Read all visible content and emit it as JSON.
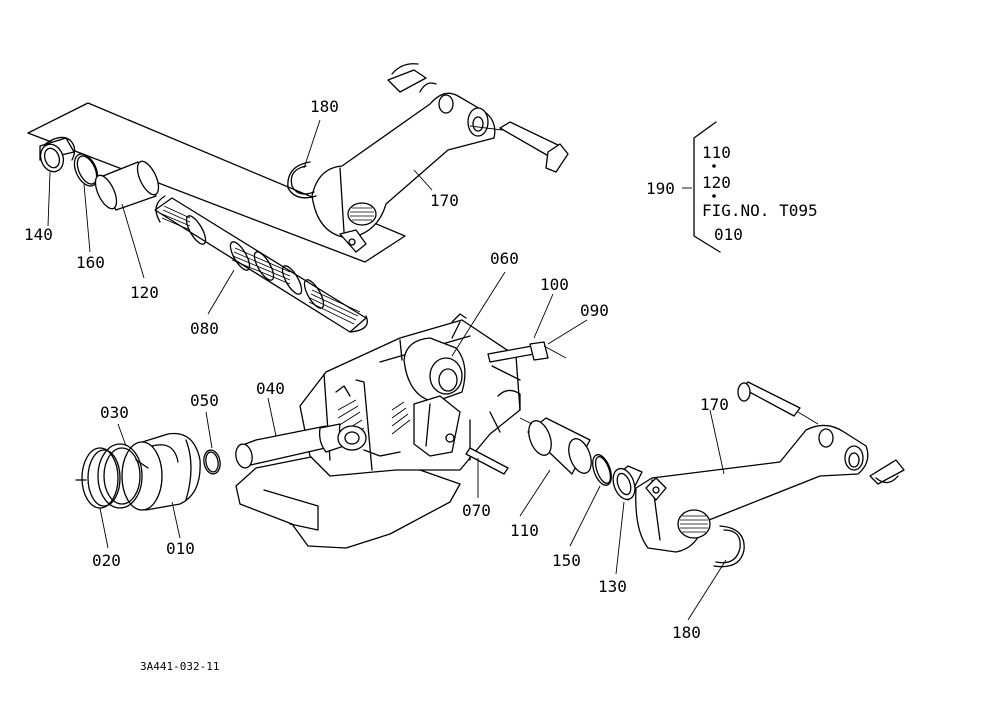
{
  "parts": {
    "p010": "010",
    "p020": "020",
    "p030": "030",
    "p040": "040",
    "p050": "050",
    "p060": "060",
    "p070": "070",
    "p080": "080",
    "p090": "090",
    "p100": "100",
    "p110": "110",
    "p120": "120",
    "p130": "130",
    "p140": "140",
    "p150": "150",
    "p160": "160",
    "p170": "170",
    "p180": "180",
    "p190": "190"
  },
  "kit": {
    "number": "190",
    "items": [
      "110",
      "120",
      "FIG.NO. T095",
      "010"
    ]
  },
  "drawing_code": "3A441-032-11"
}
